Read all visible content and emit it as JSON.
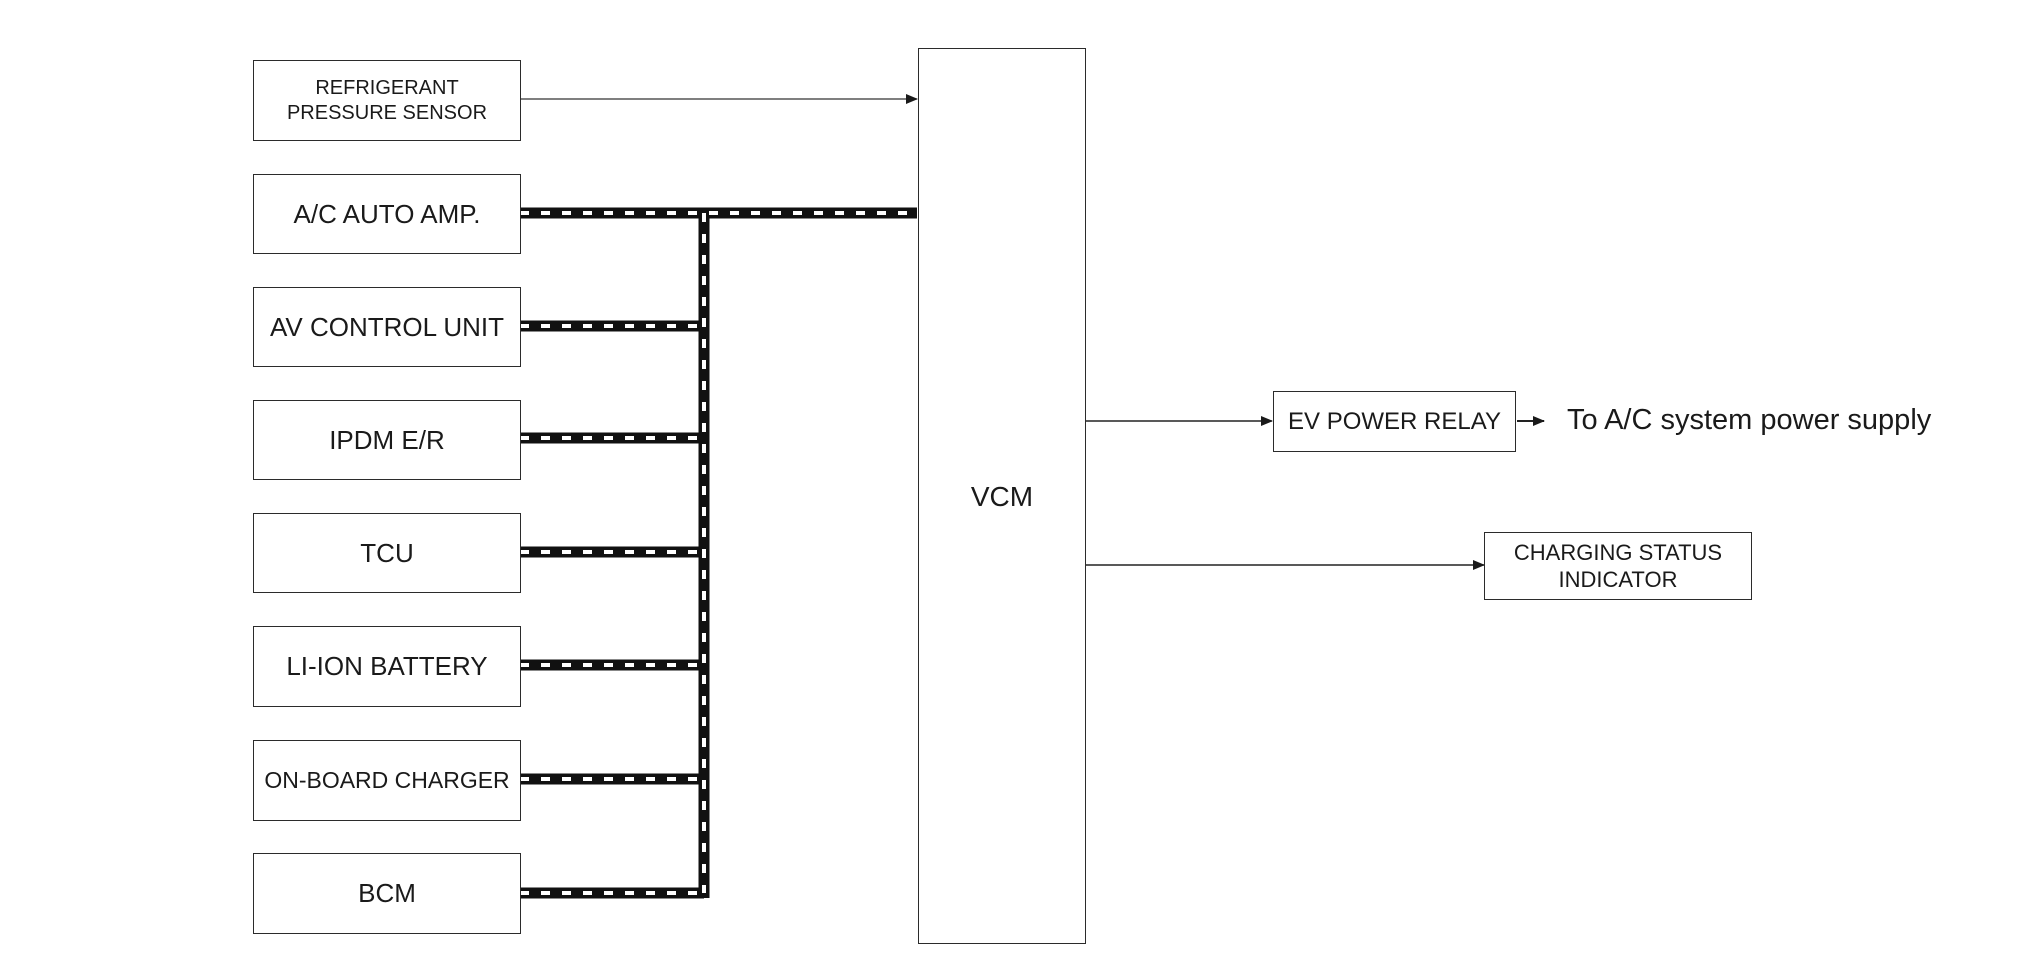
{
  "modules": {
    "refrigerant_sensor": "REFRIGERANT PRESSURE SENSOR",
    "ac_auto_amp": "A/C AUTO AMP.",
    "av_control_unit": "AV CONTROL UNIT",
    "ipdm": "IPDM E/R",
    "tcu": "TCU",
    "li_ion_battery": "LI-ION BATTERY",
    "onboard_charger": "ON-BOARD CHARGER",
    "bcm": "BCM",
    "vcm": "VCM",
    "ev_power_relay": "EV POWER RELAY",
    "charging_status_indicator": "CHARGING STATUS INDICATOR"
  },
  "outputs": {
    "ac_power_label": "To A/C system power supply"
  }
}
